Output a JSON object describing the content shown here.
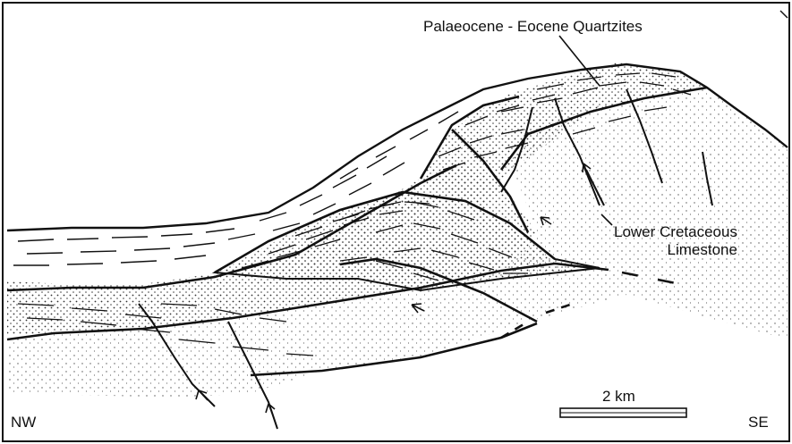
{
  "labels": {
    "top_unit": "Palaeocene - Eocene Quartzites",
    "lower_unit_line1": "Lower Cretaceous",
    "lower_unit_line2": "Limestone",
    "left_direction": "NW",
    "right_direction": "SE",
    "scale_bar": "2 km"
  }
}
